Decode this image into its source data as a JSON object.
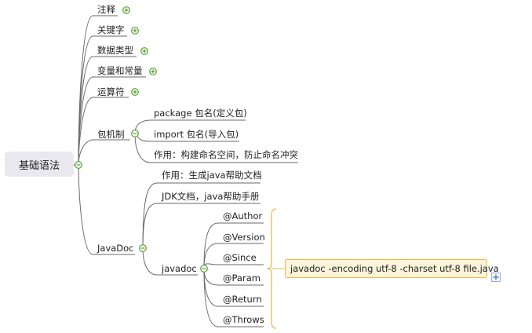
{
  "root": {
    "label": "基础语法"
  },
  "branches": {
    "comment": "注释",
    "keyword": "关键字",
    "datatype": "数据类型",
    "varconst": "变量和常量",
    "operator": "运算符",
    "package": {
      "label": "包机制",
      "children": [
        "package 包名(定义包)",
        "import  包名(导入包)",
        "作用：构建命名空间，防止命名冲突"
      ]
    },
    "javadoc": {
      "label": "JavaDoc",
      "children": [
        "作用：生成java帮助文档",
        "JDK文档，java帮助手册"
      ],
      "tool": {
        "label": "javadoc",
        "tags": [
          "@Author",
          "@Version",
          "@Since",
          "@Param",
          "@Return",
          "@Throws"
        ],
        "summary": "javadoc -encoding utf-8 -charset utf-8 file.java"
      }
    }
  },
  "colors": {
    "line": "#6a6a6a",
    "toggle": "#55a02e",
    "callout_border": "#e8b84a",
    "callout_bg": "#fdf4da"
  }
}
